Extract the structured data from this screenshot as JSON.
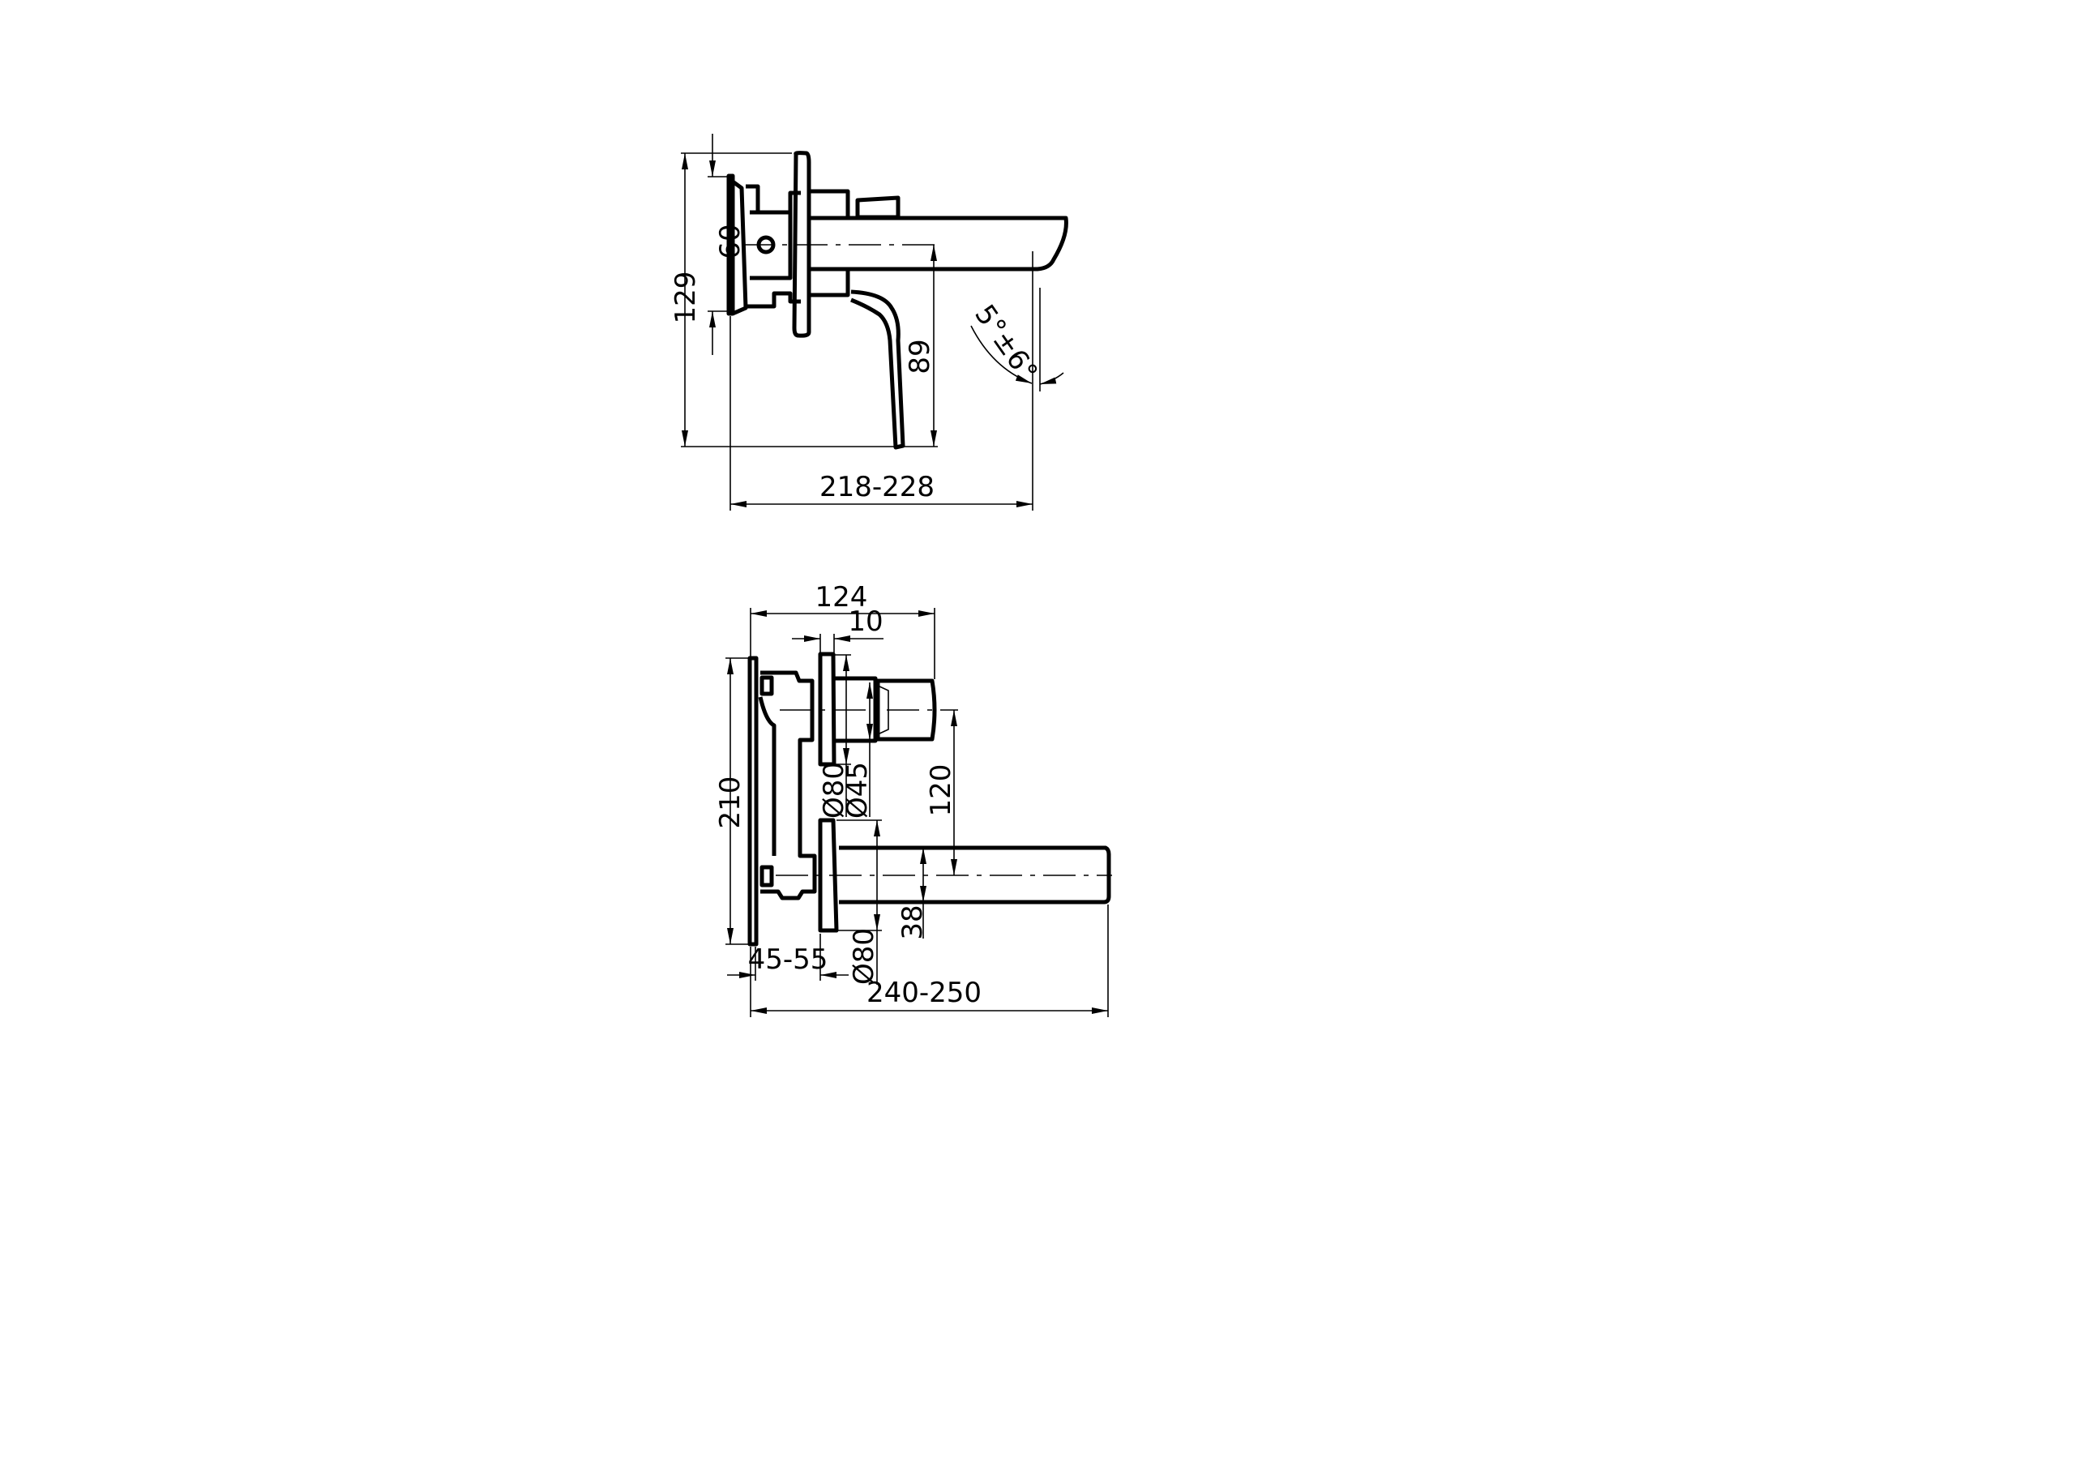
{
  "top_view": {
    "dims": {
      "overall_height": "129",
      "plate_height": "60",
      "spout_height": "89",
      "projection": "218-228",
      "angle": "5°±6°"
    }
  },
  "front_view": {
    "dims": {
      "handle_projection": "124",
      "flange_offset": "10",
      "plate_height": "210",
      "flange_dia_upper": "Ø80",
      "body_dia": "Ø45",
      "centre_distance": "120",
      "spout_height": "38",
      "flange_dia_lower": "Ø80",
      "wall_depth": "45-55",
      "spout_projection": "240-250"
    }
  }
}
